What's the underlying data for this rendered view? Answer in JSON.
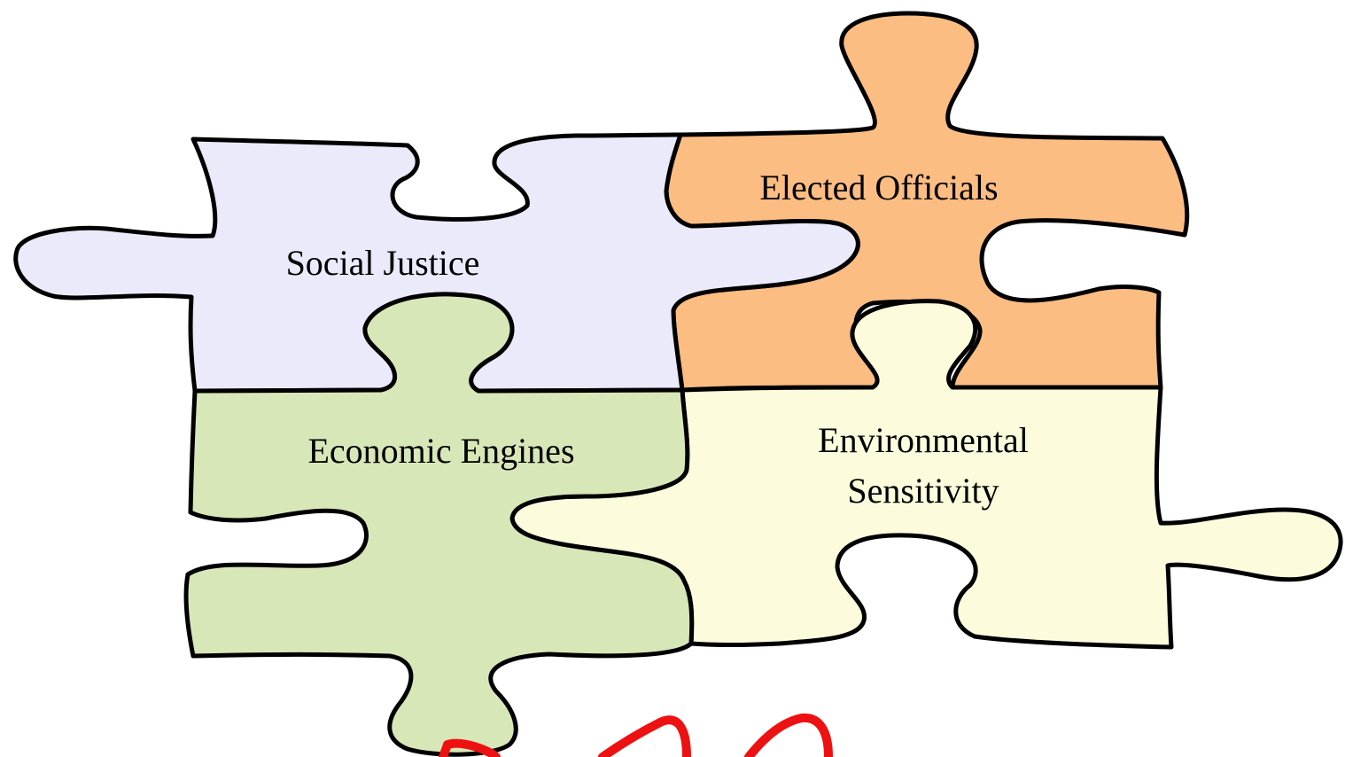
{
  "pieces": {
    "social_justice": {
      "label": "Social Justice",
      "color": "#ebeafb"
    },
    "elected_officials": {
      "label": "Elected Officials",
      "color": "#fbbd82"
    },
    "economic_engines": {
      "label": "Economic Engines",
      "color": "#d8e7b7"
    },
    "environmental_sensitivity": {
      "line1": "Environmental",
      "line2": "Sensitivity",
      "color": "#fcfcdc"
    }
  },
  "annotation": {
    "color": "#ee1111"
  }
}
